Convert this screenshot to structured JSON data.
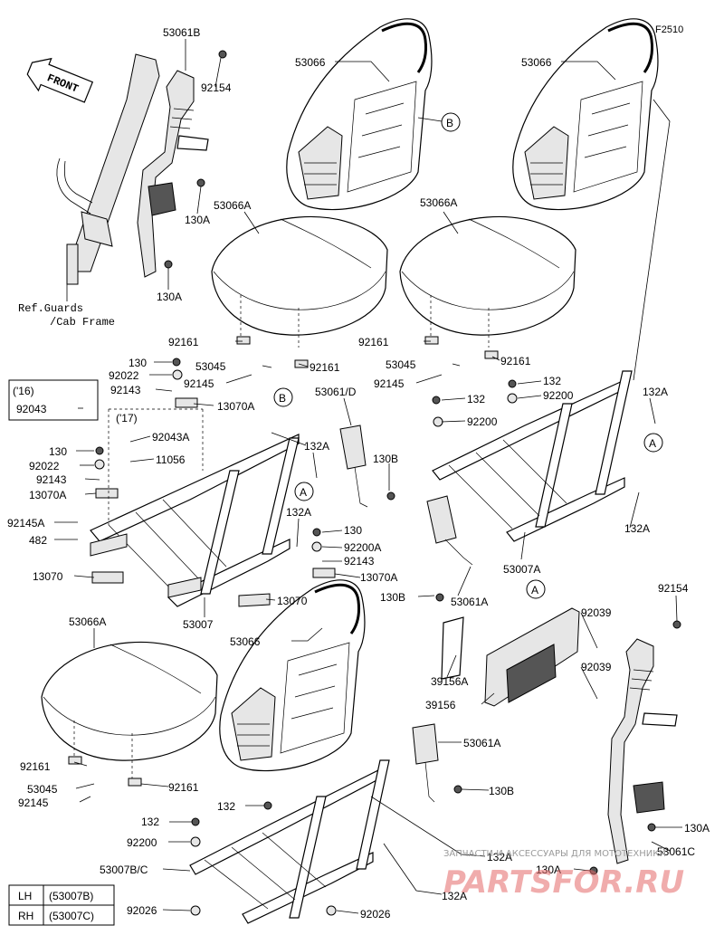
{
  "figure_code": "F2510",
  "front_label": "FRONT",
  "ref_note": [
    "Ref.Guards",
    "/Cab Frame"
  ],
  "year_notes": {
    "y16": "('16)",
    "y17": "('17)"
  },
  "legend": [
    {
      "side": "LH",
      "part": "(53007B)"
    },
    {
      "side": "RH",
      "part": "(53007C)"
    }
  ],
  "callouts": {
    "a": "A",
    "b": "B"
  },
  "labels": [
    "53061B",
    "92154",
    "130A",
    "130A",
    "53066",
    "53066",
    "53066",
    "53066A",
    "53066A",
    "53066A",
    "92161",
    "92161",
    "92161",
    "92161",
    "92161",
    "92161",
    "53045",
    "53045",
    "53045",
    "92145",
    "92145",
    "92145A",
    "92145",
    "130",
    "92022",
    "92143",
    "13070A",
    "92043",
    "92043A",
    "11056",
    "130",
    "92022",
    "92143",
    "13070A",
    "482",
    "13070",
    "13070",
    "53007",
    "53061/D",
    "132A",
    "130B",
    "132A",
    "130",
    "92200A",
    "92143",
    "13070A",
    "132",
    "92200",
    "132",
    "92200",
    "132A",
    "132A",
    "53007A",
    "53061A",
    "130B",
    "92039",
    "92039",
    "39156A",
    "39156",
    "92154",
    "53061A",
    "130B",
    "130A",
    "53061C",
    "130A",
    "132",
    "92200",
    "53007B/C",
    "92026",
    "92026",
    "132A",
    "132A"
  ],
  "watermark": {
    "text": "ЗАПЧАСТИ И АКСЕССУАРЫ ДЛЯ МОТОТЕХНИКИ",
    "logo": "PARTSFOR.RU"
  }
}
